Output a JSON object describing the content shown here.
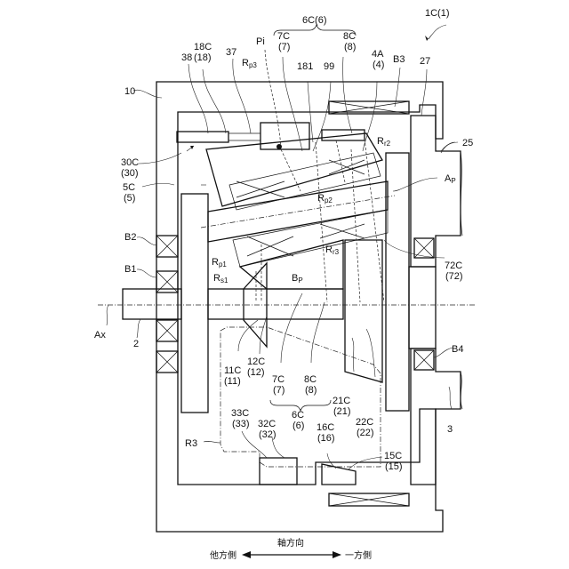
{
  "figure": {
    "assembly_label": "1C(1)",
    "group_label_top": "6C(6)",
    "group_label_bottom_main": "6C",
    "group_label_bottom_sub": "(6)"
  },
  "labels_top": [
    {
      "id": "38",
      "text": "38"
    },
    {
      "id": "18C",
      "text": "18C",
      "sub": "(18)"
    },
    {
      "id": "37",
      "text": "37"
    },
    {
      "id": "Pi",
      "text": "Pi"
    },
    {
      "id": "7C",
      "text": "7C",
      "sub": "(7)"
    },
    {
      "id": "8C",
      "text": "8C",
      "sub": "(8)"
    },
    {
      "id": "181",
      "text": "181"
    },
    {
      "id": "99",
      "text": "99"
    },
    {
      "id": "4A",
      "text": "4A",
      "sub": "(4)"
    },
    {
      "id": "B3",
      "text": "B3"
    },
    {
      "id": "27",
      "text": "27"
    }
  ],
  "labels_left": [
    {
      "id": "10",
      "text": "10"
    },
    {
      "id": "30C",
      "text": "30C",
      "sub": "(30)"
    },
    {
      "id": "5C",
      "text": "5C",
      "sub": "(5)"
    },
    {
      "id": "B2",
      "text": "B2"
    },
    {
      "id": "B1",
      "text": "B1"
    },
    {
      "id": "Ax",
      "text": "Ax"
    },
    {
      "id": "2",
      "text": "2"
    },
    {
      "id": "R3",
      "text": "R3"
    }
  ],
  "labels_right": [
    {
      "id": "25",
      "text": "25"
    },
    {
      "id": "72C",
      "text": "72C",
      "sub": "(72)"
    },
    {
      "id": "B4",
      "text": "B4"
    },
    {
      "id": "3",
      "text": "3"
    }
  ],
  "labels_bottom": [
    {
      "id": "11C",
      "text": "11C",
      "sub": "(11)"
    },
    {
      "id": "12C",
      "text": "12C",
      "sub": "(12)"
    },
    {
      "id": "7C",
      "text": "7C",
      "sub": "(7)"
    },
    {
      "id": "8C",
      "text": "8C",
      "sub": "(8)"
    },
    {
      "id": "21C",
      "text": "21C",
      "sub": "(21)"
    },
    {
      "id": "22C",
      "text": "22C",
      "sub": "(22)"
    },
    {
      "id": "33C",
      "text": "33C",
      "sub": "(33)"
    },
    {
      "id": "32C",
      "text": "32C",
      "sub": "(32)"
    },
    {
      "id": "16C",
      "text": "16C",
      "sub": "(16)"
    },
    {
      "id": "15C",
      "text": "15C",
      "sub": "(15)"
    }
  ],
  "radius_labels": {
    "Rp3": {
      "main": "R",
      "sub": "p3"
    },
    "Rr2": {
      "main": "R",
      "sub": "r2"
    },
    "Rp2": {
      "main": "R",
      "sub": "p2"
    },
    "Rp1": {
      "main": "R",
      "sub": "p1"
    },
    "Rs1": {
      "main": "R",
      "sub": "s1"
    },
    "Rr3": {
      "main": "R",
      "sub": "r3"
    },
    "Bp": {
      "main": "B",
      "sub": "P"
    },
    "Ap": {
      "main": "A",
      "sub": "P"
    }
  },
  "legend": {
    "axial_direction": "軸方向",
    "other_side": "他方側",
    "one_side": "一方側"
  }
}
